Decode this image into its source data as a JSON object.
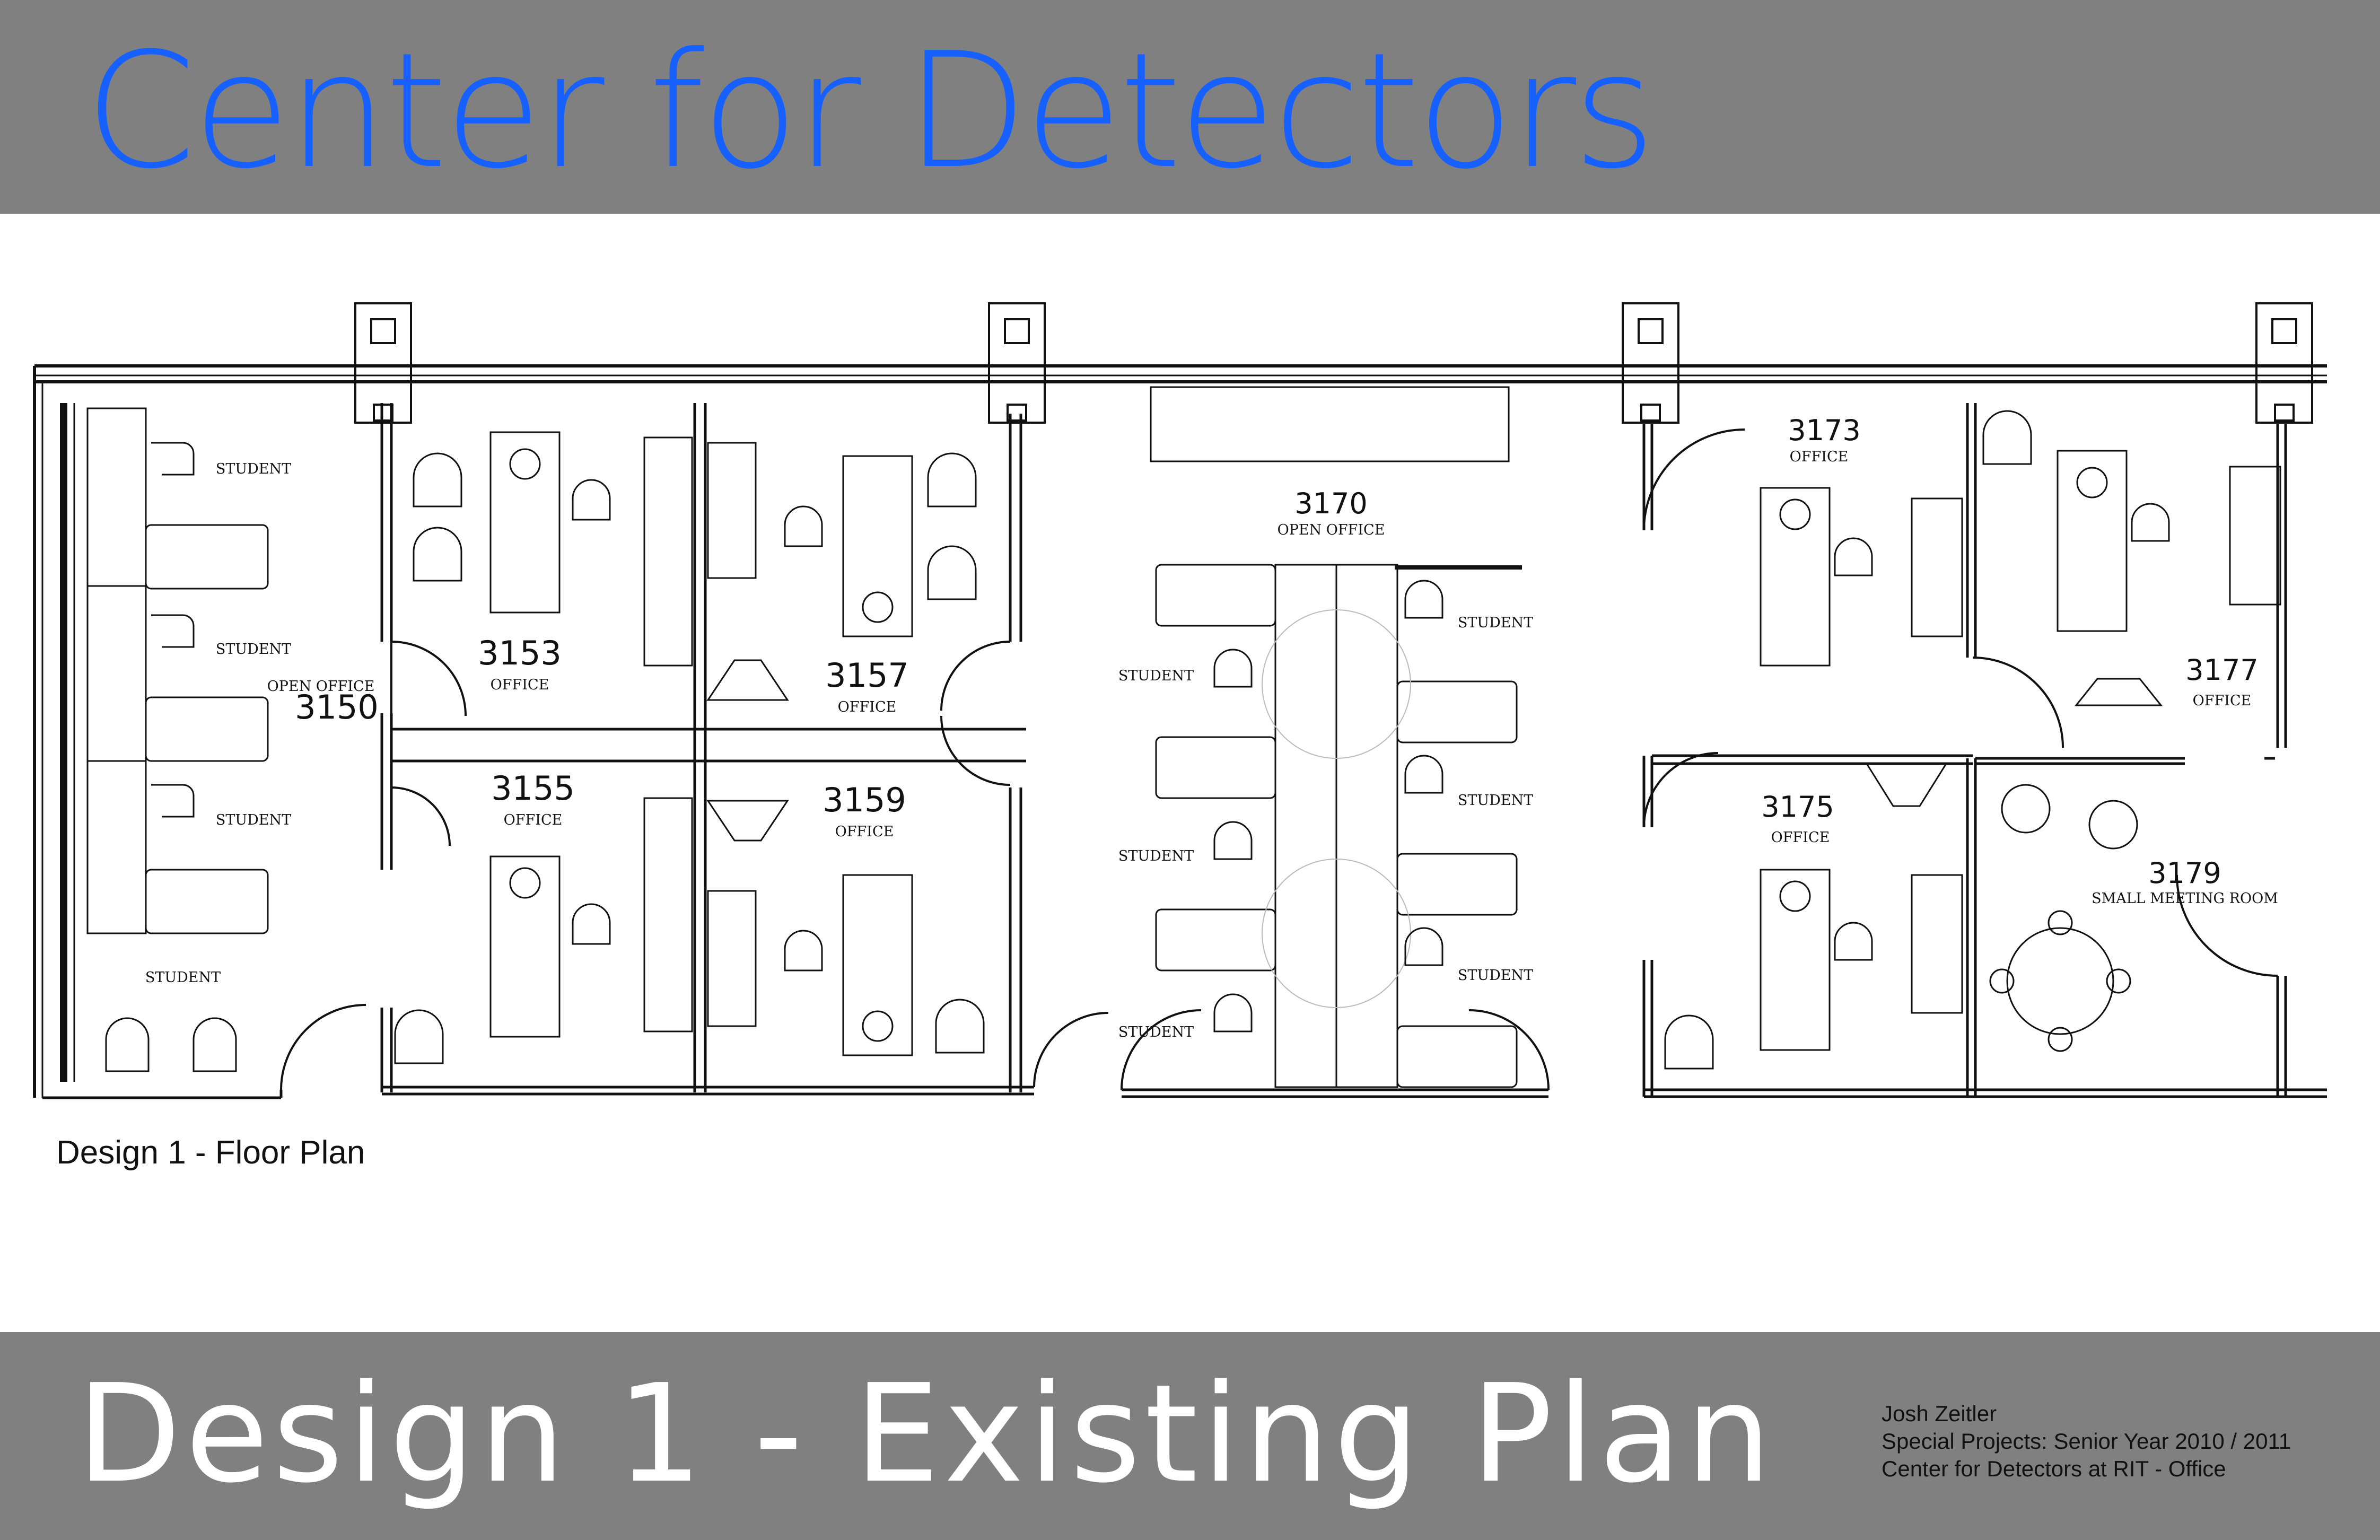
{
  "header": {
    "title": "Center for Detectors"
  },
  "plan": {
    "caption": "Design 1 - Floor Plan",
    "rooms": [
      {
        "number": "3150",
        "type": "OPEN OFFICE"
      },
      {
        "number": "3153",
        "type": "OFFICE"
      },
      {
        "number": "3155",
        "type": "OFFICE"
      },
      {
        "number": "3157",
        "type": "OFFICE"
      },
      {
        "number": "3159",
        "type": "OFFICE"
      },
      {
        "number": "3170",
        "type": "OPEN OFFICE"
      },
      {
        "number": "3173",
        "type": "OFFICE"
      },
      {
        "number": "3175",
        "type": "OFFICE"
      },
      {
        "number": "3177",
        "type": "OFFICE"
      },
      {
        "number": "3179",
        "type": "SMALL MEETING ROOM"
      }
    ],
    "student_label": "STUDENT"
  },
  "footer": {
    "title": "Design 1 - Existing Plan",
    "credits": [
      "Josh Zeitler",
      "Special Projects: Senior Year 2010 / 2011",
      "Center for Detectors at RIT - Office"
    ]
  }
}
